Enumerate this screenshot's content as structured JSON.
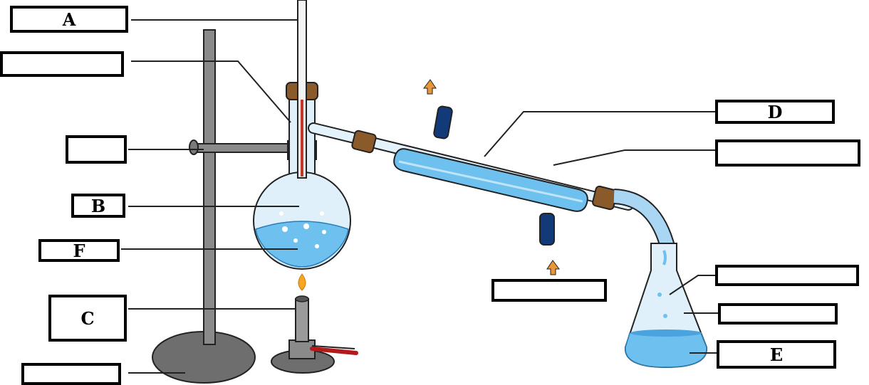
{
  "labels": {
    "A": "A",
    "B": "B",
    "C": "C",
    "D": "D",
    "E": "E",
    "F": "F",
    "blank": ""
  },
  "colors": {
    "water": "#a9d6f2",
    "water_dark": "#4aa3df",
    "glass": "#d8eef9",
    "stand_gray": "#7f7f7f",
    "base_gray": "#6e6e6e",
    "cork": "#8a5a2b",
    "tubing_blue": "#123a78",
    "flame": "#f5a623",
    "arrow_orange": "#e9963a",
    "wire_red": "#b31b1b"
  },
  "icons": [
    "retort-stand",
    "round-bottom-flask",
    "thermometer",
    "liebig-condenser",
    "bunsen-burner",
    "conical-flask",
    "water-arrow"
  ]
}
